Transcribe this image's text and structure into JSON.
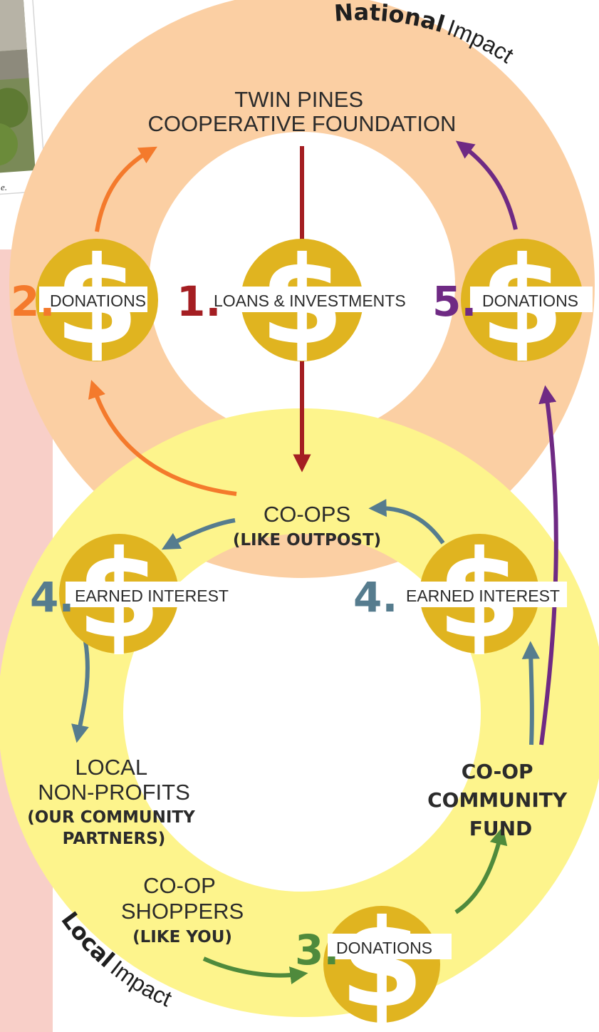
{
  "colors": {
    "national_ring": "#fbcfa3",
    "local_ring": "#fdf48c",
    "coin": "#e0b420",
    "sidebar": "#f8cfc8",
    "step1": "#a41e22",
    "step2": "#f47a2c",
    "step3": "#4f8a3c",
    "step4": "#567c8e",
    "step5": "#6f2a84"
  },
  "ring_labels": {
    "national_bold": "National",
    "national_light": "Impact",
    "local_bold": "Local",
    "local_light": "Impact"
  },
  "top_node": {
    "line1": "TWIN PINES",
    "line2": "COOPERATIVE FOUNDATION"
  },
  "photo_caption_fragment": "e.",
  "coins": {
    "step1": {
      "number": "1.",
      "label": "LOANS & INVESTMENTS",
      "symbol": "$"
    },
    "step2": {
      "number": "2.",
      "label": "DONATIONS",
      "symbol": "$"
    },
    "step5": {
      "number": "5.",
      "label": "DONATIONS",
      "symbol": "$"
    },
    "step4_left": {
      "number": "4.",
      "label": "EARNED INTEREST",
      "symbol": "$"
    },
    "step4_right": {
      "number": "4.",
      "label": "EARNED INTEREST",
      "symbol": "$"
    },
    "step3": {
      "number": "3.",
      "label": "DONATIONS",
      "symbol": "$"
    }
  },
  "coops_node": {
    "line1": "CO-OPS",
    "line2": "(LIKE OUTPOST)"
  },
  "nonprofits_node": {
    "line1": "LOCAL",
    "line2": "NON-PROFITS",
    "line3": "(OUR COMMUNITY",
    "line4": "PARTNERS)"
  },
  "fund_node": {
    "line1": "CO-OP",
    "line2": "COMMUNITY",
    "line3": "FUND"
  },
  "shoppers_node": {
    "line1": "CO-OP",
    "line2": "SHOPPERS",
    "line3": "(LIKE YOU)"
  }
}
